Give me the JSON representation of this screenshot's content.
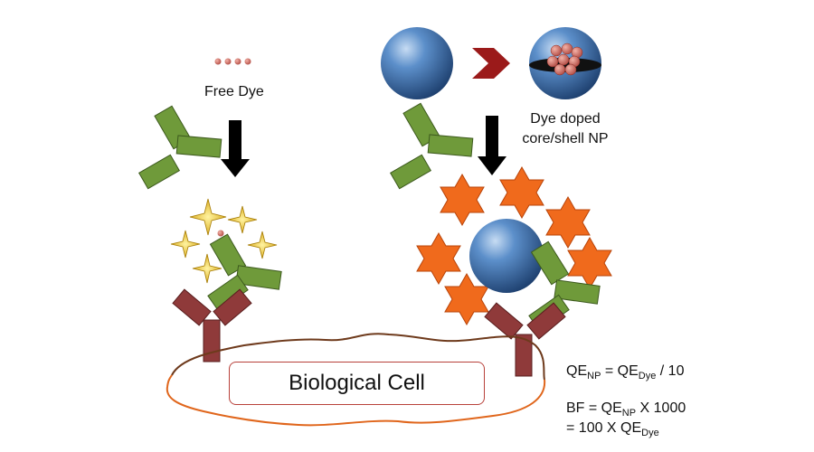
{
  "free_dye_label": "Free Dye",
  "np_label_line1": "Dye doped",
  "np_label_line2": "core/shell NP",
  "cell_label": "Biological Cell",
  "equations": {
    "qe_np_main": "QE",
    "qe_np_sub": "NP",
    "qe_np_eq": " = QE",
    "qe_dye_sub": "Dye",
    "qe_np_tail": " / 10",
    "bf_head": "BF = QE",
    "bf_sub": "NP",
    "bf_tail": " X 1000",
    "bf2_head": "= 100 X QE",
    "bf2_sub": "Dye"
  },
  "colors": {
    "antibody_green": "#6f9a3a",
    "antibody_red": "#8f3a3a",
    "sphere_blue": "#3f74b0",
    "star_orange": "#f06a1c",
    "sparkle_gold": "#f2c318",
    "arrow_black": "#000000",
    "chevron_red": "#9b1a1a",
    "cell_outline": "#e0661c"
  }
}
